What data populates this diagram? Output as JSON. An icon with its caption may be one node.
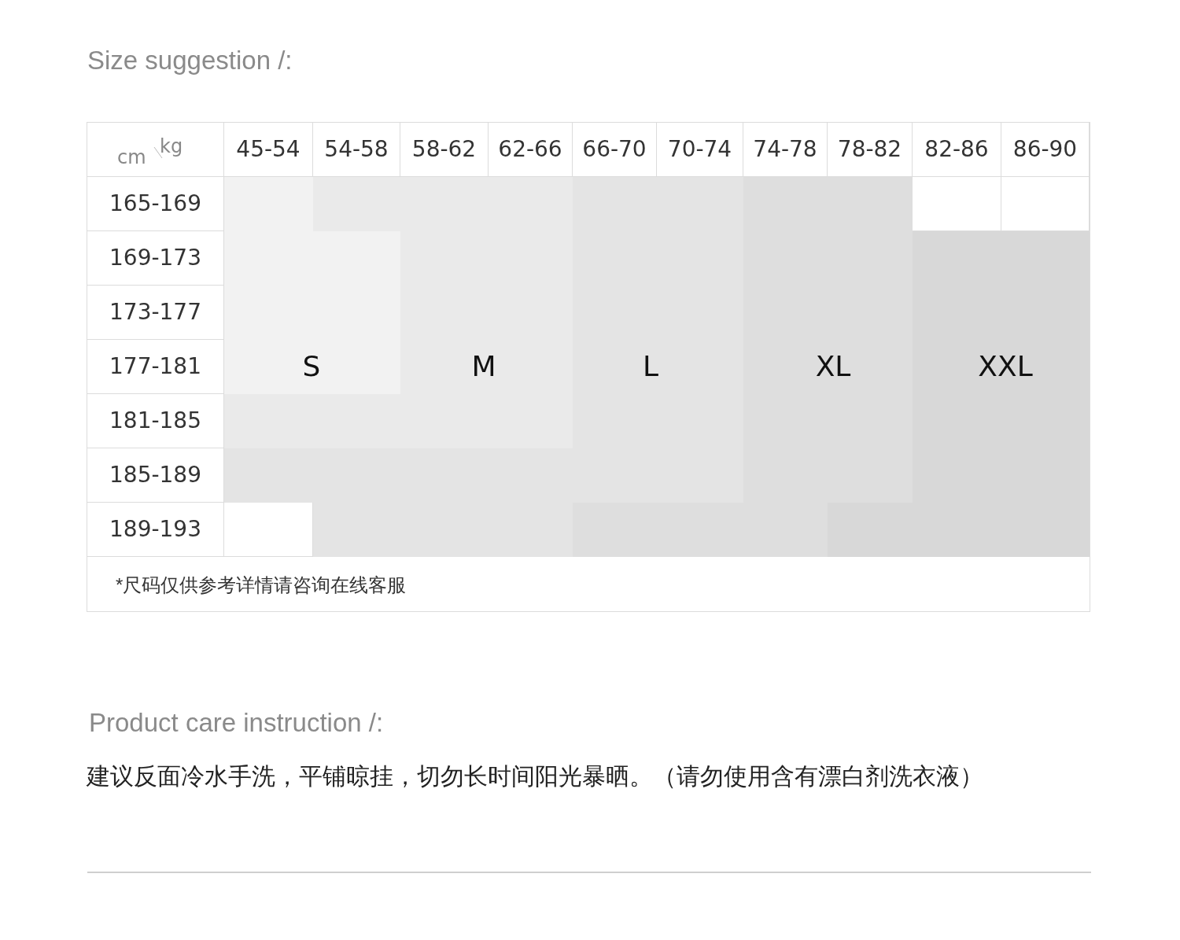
{
  "diagram": {
    "title": "Size suggestion /:",
    "labels": [
      "cm",
      "kg",
      "45-54",
      "54-58",
      "58-62",
      "62-66",
      "66-70",
      "70-74",
      "74-78",
      "78-82",
      "82-86",
      "86-90",
      "165-169",
      "169-173",
      "173-177",
      "177-181",
      "181-185",
      "185-189",
      "189-193",
      "S",
      "M",
      "L",
      "XL",
      "XXL",
      "*尺码仅供参考详情请咨询在线客服",
      "Product care instruction /:",
      "建议反面冷水手洗，平铺晾挂，切勿长时间阳光暴晒。（请勿使用含有漂白剂洗衣液）"
    ]
  }
}
